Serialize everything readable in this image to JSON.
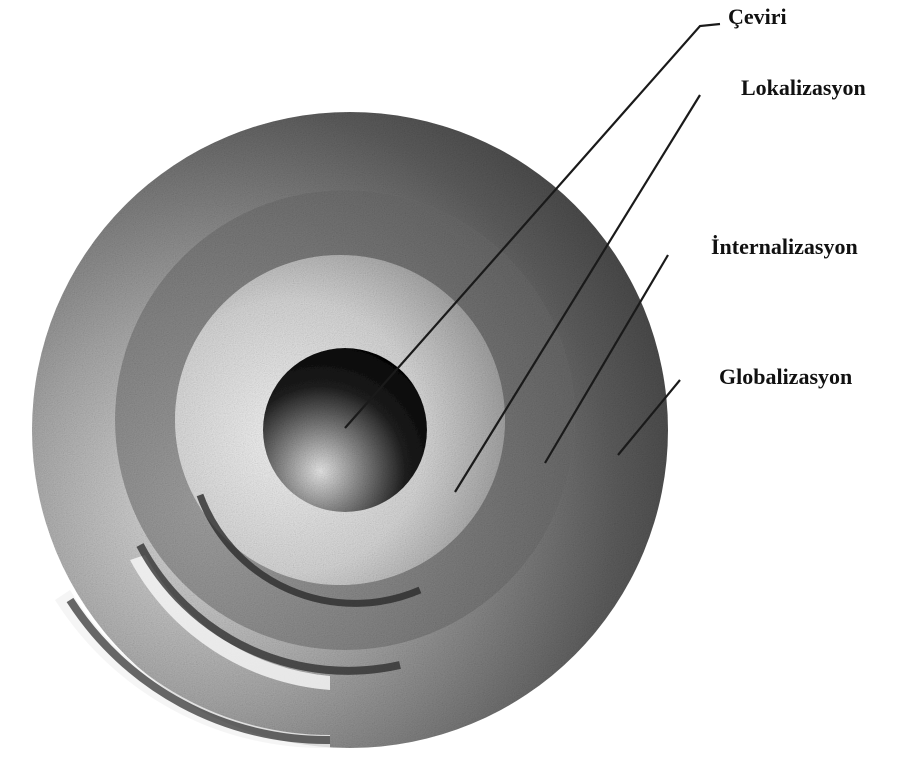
{
  "labels": [
    {
      "key": "ceviri",
      "text": "Çeviri"
    },
    {
      "key": "lokalizasyon",
      "text": "Lokalizasyon"
    },
    {
      "key": "internalizasyon",
      "text": "İnternalizasyon"
    },
    {
      "key": "globalizasyon",
      "text": "Globalizasyon"
    }
  ]
}
